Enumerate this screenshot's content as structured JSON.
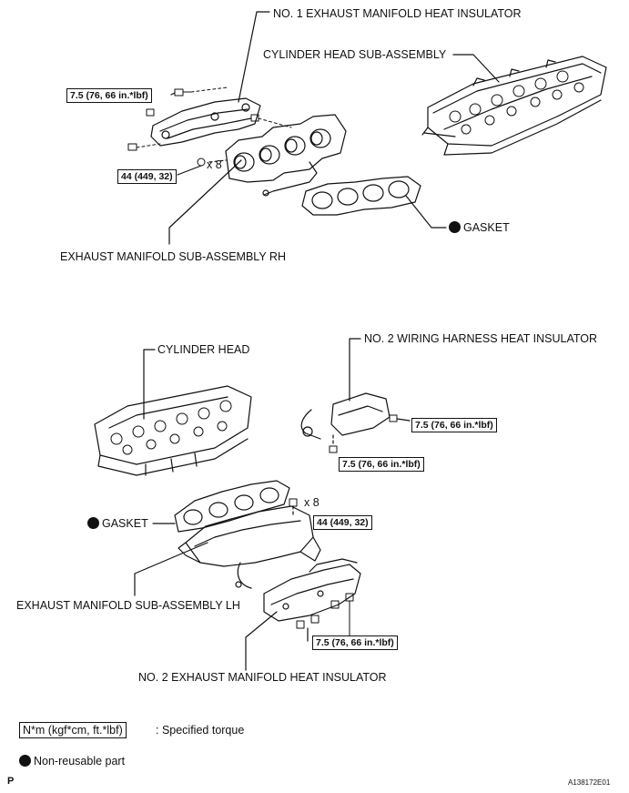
{
  "labels": {
    "insulator1": "NO. 1 EXHAUST MANIFOLD HEAT INSULATOR",
    "cyl_head_sub": "CYLINDER HEAD SUB-ASSEMBLY",
    "exhaust_rh": "EXHAUST MANIFOLD SUB-ASSEMBLY RH",
    "gasket_rh": "GASKET",
    "cyl_head": "CYLINDER HEAD",
    "wiring_insulator2": "NO. 2 WIRING HARNESS HEAT INSULATOR",
    "gasket_lh": "GASKET",
    "exhaust_lh": "EXHAUST MANIFOLD SUB-ASSEMBLY LH",
    "insulator2": "NO. 2 EXHAUST MANIFOLD HEAT INSULATOR"
  },
  "torques": {
    "t1": "7.5 (76, 66 in.*lbf)",
    "t2": "44 (449, 32)",
    "t3": "7.5 (76, 66 in.*lbf)",
    "t4": "7.5 (76, 66 in.*lbf)",
    "t5": "44 (449, 32)",
    "t6": "7.5 (76, 66 in.*lbf)"
  },
  "quantities": {
    "q1": "x 8",
    "q2": "x 8"
  },
  "legend": {
    "torque_units": "N*m (kgf*cm, ft.*lbf)",
    "torque_desc": ": Specified torque",
    "nonreusable": "Non-reusable part"
  },
  "footer": {
    "left": "P",
    "right": "A138172E01"
  },
  "colors": {
    "ink": "#111111",
    "background": "#ffffff"
  }
}
